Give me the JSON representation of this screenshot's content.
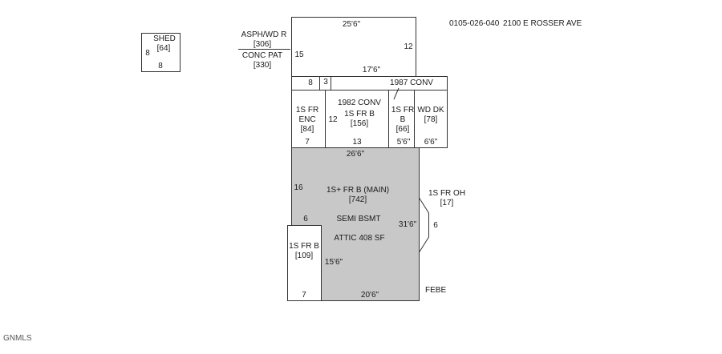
{
  "header": {
    "parcel_id": "0105-026-040",
    "address": "2100 E ROSSER AVE"
  },
  "watermark": "GNMLS",
  "colors": {
    "main_fill": "#c8c8c8",
    "line": "#333333",
    "background": "#ffffff"
  },
  "shed": {
    "name": "SHED",
    "area": "[64]",
    "left": "8",
    "bottom": "8"
  },
  "patio": {
    "top": "25'6\"",
    "right": "12",
    "left": "15",
    "bottom": "17'6\"",
    "label1": "ASPH/WD R",
    "area1": "[306]",
    "label2": "CONC PAT",
    "area2": "[330]"
  },
  "strip": {
    "a": "8",
    "b": "3",
    "conv": "1987 CONV"
  },
  "enc": {
    "name1": "1S FR",
    "name2": "ENC",
    "area": "[84]",
    "bottom": "7"
  },
  "frb156": {
    "conv": "1982 CONV",
    "name": "1S FR B",
    "area": "[156]",
    "left": "12",
    "bottom": "13"
  },
  "frb66": {
    "name1": "1S FR",
    "name2": "B",
    "area": "[66]",
    "bottom": "5'6\""
  },
  "wddk": {
    "name": "WD DK",
    "area": "[78]",
    "bottom": "6'6\""
  },
  "main": {
    "top": "26'6\"",
    "left": "16",
    "name": "1S+ FR B (MAIN)",
    "area": "[742]",
    "basement": "SEMI BSMT",
    "attic": "ATTIC 408 SF",
    "notch": "6",
    "right": "31'6\"",
    "inner": "15'6\"",
    "bottom": "20'6\""
  },
  "oh": {
    "name": "1S FR OH",
    "area": "[17]",
    "dim": "6"
  },
  "frb109": {
    "name": "1S FR B",
    "area": "[109]",
    "bottom": "7"
  },
  "febe": "FEBE"
}
